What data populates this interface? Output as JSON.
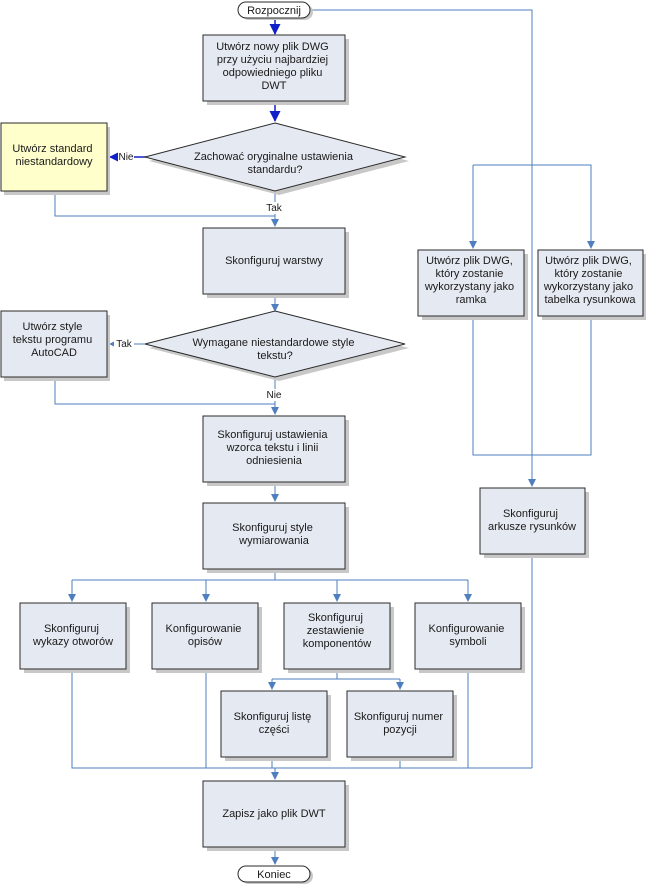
{
  "nodes": {
    "start": "Rozpocznij",
    "create_dwg": [
      "Utwórz nowy plik DWG",
      "przy użyciu najbardziej",
      "odpowiedniego pliku",
      "DWT"
    ],
    "keep_standards": [
      "Zachować oryginalne ustawienia",
      "standardu?"
    ],
    "create_nonstandard": [
      "Utwórz standard",
      "niestandardowy"
    ],
    "config_layers": "Skonfiguruj warstwy",
    "nonstandard_text": [
      "Wymagane niestandardowe style",
      "tekstu?"
    ],
    "create_text_styles": [
      "Utwórz style",
      "tekstu programu",
      "AutoCAD"
    ],
    "config_text_leader": [
      "Skonfiguruj ustawienia",
      "wzorca tekstu i linii",
      "odniesienia"
    ],
    "config_dim_styles": [
      "Skonfiguruj style",
      "wymiarowania"
    ],
    "config_hole_tables": [
      "Skonfiguruj",
      "wykazy otworów"
    ],
    "config_notes": [
      "Konfigurowanie",
      "opisów"
    ],
    "config_bom": [
      "Skonfiguruj",
      "zestawienie",
      "komponentów"
    ],
    "config_symbols": [
      "Konfigurowanie",
      "symboli"
    ],
    "config_parts_list": [
      "Skonfiguruj listę",
      "części"
    ],
    "config_balloons": [
      "Skonfiguruj numer",
      "pozycji"
    ],
    "create_border": [
      "Utwórz plik DWG,",
      "który zostanie",
      "wykorzystany jako",
      "ramka"
    ],
    "create_title_block": [
      "Utwórz plik DWG,",
      "który zostanie",
      "wykorzystany jako",
      "tabelka rysunkowa"
    ],
    "config_sheets": [
      "Skonfiguruj",
      "arkusze rysunków"
    ],
    "save_dwt": "Zapisz jako plik DWT",
    "end": "Koniec"
  },
  "edge_labels": {
    "no_1": "Nie",
    "yes_1": "Tak",
    "yes_2": "Tak",
    "no_2": "Nie"
  }
}
